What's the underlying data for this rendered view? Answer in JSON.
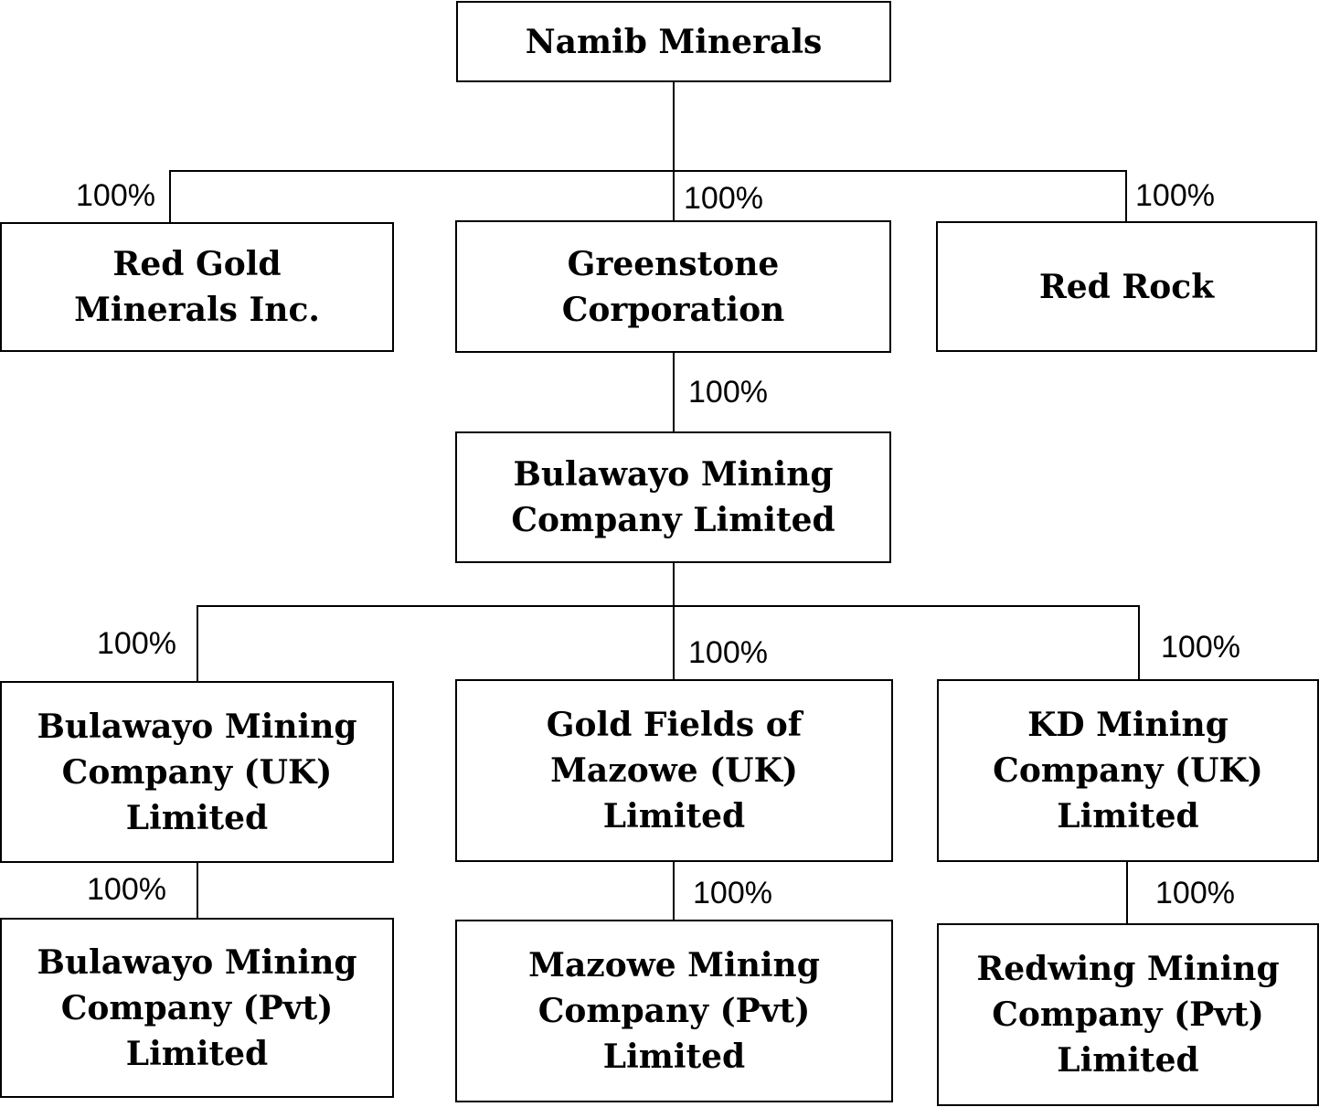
{
  "nodes": {
    "namib": "Namib Minerals",
    "red_gold": "Red Gold\nMinerals Inc.",
    "greenstone": "Greenstone\nCorporation",
    "red_rock": "Red Rock",
    "bulawayo": "Bulawayo Mining\nCompany Limited",
    "bulawayo_uk": "Bulawayo Mining\nCompany (UK)\nLimited",
    "gold_fields": "Gold Fields of\nMazowe (UK)\nLimited",
    "kd_mining": "KD Mining\nCompany (UK)\nLimited",
    "bulawayo_pvt": "Bulawayo Mining\nCompany (Pvt)\nLimited",
    "mazowe_pvt": "Mazowe Mining\nCompany (Pvt)\nLimited",
    "redwing_pvt": "Redwing Mining\nCompany (Pvt)\nLimited"
  },
  "ownership": {
    "red_gold": "100%",
    "greenstone": "100%",
    "red_rock": "100%",
    "bulawayo": "100%",
    "bulawayo_uk": "100%",
    "gold_fields": "100%",
    "kd_mining": "100%",
    "bulawayo_pvt": "100%",
    "mazowe_pvt": "100%",
    "redwing_pvt": "100%"
  },
  "colors": {
    "line": "#000000",
    "box_border": "#000000",
    "background": "#ffffff"
  }
}
